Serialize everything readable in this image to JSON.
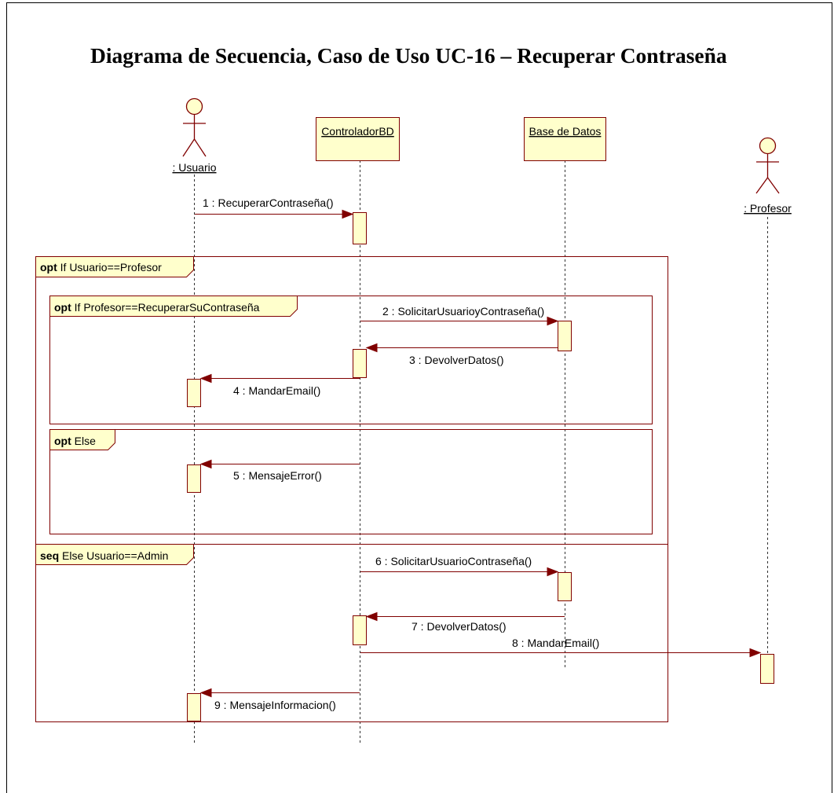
{
  "title": "Diagrama de Secuencia, Caso de Uso UC-16 – Recuperar Contraseña",
  "actors": {
    "usuario": ": Usuario",
    "profesor": ": Profesor"
  },
  "objects": {
    "controlador_bd": "ControladorBD",
    "base_de_datos": "Base de Datos"
  },
  "fragments": {
    "opt_usuario_profesor": {
      "operator": "opt",
      "guard": "If Usuario==Profesor"
    },
    "opt_recuperar_contrasena": {
      "operator": "opt",
      "guard": "If Profesor==RecuperarSuContraseña"
    },
    "opt_else": {
      "operator": "opt",
      "guard": "Else"
    },
    "seq_usuario_admin": {
      "operator": "seq",
      "guard": "Else Usuario==Admin"
    }
  },
  "messages": [
    {
      "label": "1 : RecuperarContraseña()"
    },
    {
      "label": "2 : SolicitarUsuarioyContraseña()"
    },
    {
      "label": "3 : DevolverDatos()"
    },
    {
      "label": "4 : MandarEmail()"
    },
    {
      "label": "5 : MensajeError()"
    },
    {
      "label": "6 : SolicitarUsuarioContraseña()"
    },
    {
      "label": "7 : DevolverDatos()"
    },
    {
      "label": "8 : MandarEmail()"
    },
    {
      "label": "9 : MensajeInformacion()"
    }
  ],
  "colors": {
    "element_fill": "#FFFFCC",
    "element_stroke": "#800000",
    "lifeline": "#333333",
    "text": "#000000",
    "page_border": "#000000"
  }
}
